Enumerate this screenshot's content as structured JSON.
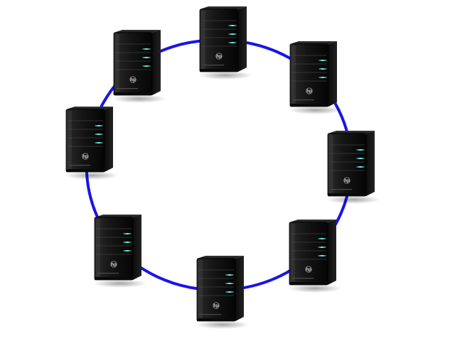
{
  "diagram": {
    "type": "ring-topology",
    "ring_color": "#1a14e6",
    "node_count": 8,
    "nodes": [
      {
        "id": "server-top",
        "icon": "tower-server-icon",
        "logo": "hp"
      },
      {
        "id": "server-top-right",
        "icon": "tower-server-icon",
        "logo": "hp"
      },
      {
        "id": "server-right",
        "icon": "tower-server-icon",
        "logo": "hp"
      },
      {
        "id": "server-bottom-right",
        "icon": "tower-server-icon",
        "logo": "hp"
      },
      {
        "id": "server-bottom",
        "icon": "tower-server-icon",
        "logo": "hp"
      },
      {
        "id": "server-bottom-left",
        "icon": "tower-server-icon",
        "logo": "hp"
      },
      {
        "id": "server-left",
        "icon": "tower-server-icon",
        "logo": "hp"
      },
      {
        "id": "server-top-left",
        "icon": "tower-server-icon",
        "logo": "hp"
      }
    ],
    "links": [
      [
        "server-top",
        "server-top-right"
      ],
      [
        "server-top-right",
        "server-right"
      ],
      [
        "server-right",
        "server-bottom-right"
      ],
      [
        "server-bottom-right",
        "server-bottom"
      ],
      [
        "server-bottom",
        "server-bottom-left"
      ],
      [
        "server-bottom-left",
        "server-left"
      ],
      [
        "server-left",
        "server-top-left"
      ],
      [
        "server-top-left",
        "server-top"
      ]
    ]
  }
}
